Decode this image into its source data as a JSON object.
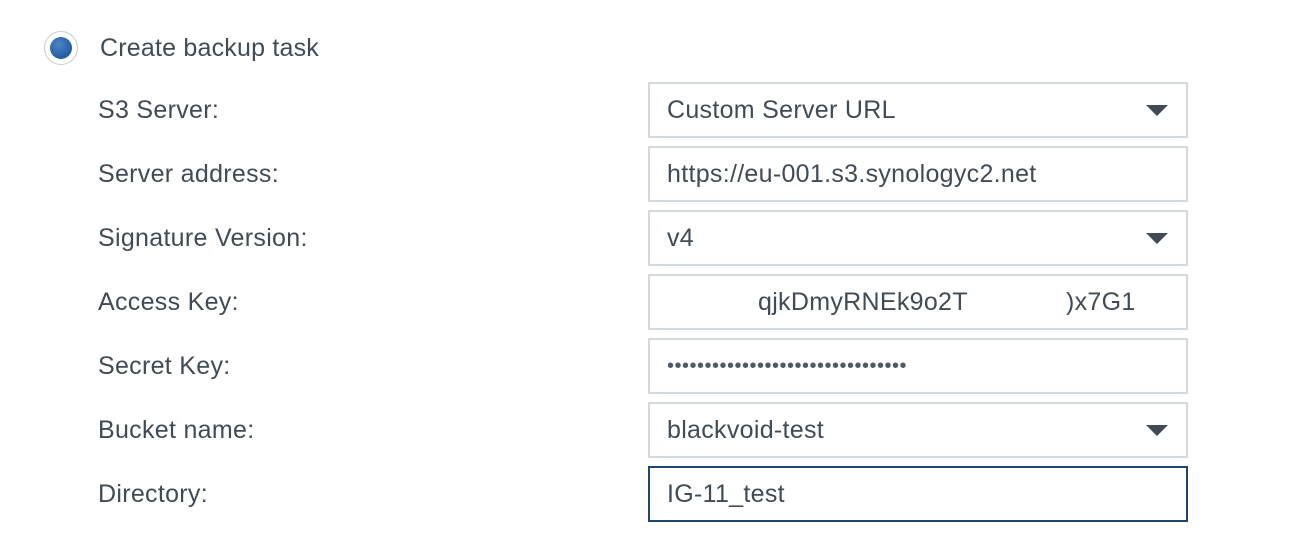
{
  "radio": {
    "label": "Create backup task",
    "selected": true
  },
  "form": {
    "s3_server": {
      "label": "S3 Server:",
      "value": "Custom Server URL"
    },
    "server_address": {
      "label": "Server address:",
      "value": "https://eu-001.s3.synologyc2.net"
    },
    "signature_version": {
      "label": "Signature Version:",
      "value": "v4"
    },
    "access_key": {
      "label": "Access Key:",
      "visible_part_1": "qjkDmyRNEk9o2T",
      "visible_part_2": ")x7G1"
    },
    "secret_key": {
      "label": "Secret Key:",
      "value": "••••••••••••••••••••••••••••••••"
    },
    "bucket_name": {
      "label": "Bucket name:",
      "value": "blackvoid-test"
    },
    "directory": {
      "label": "Directory:",
      "value": "IG-11_test"
    }
  },
  "colors": {
    "text": "#414b55",
    "field_border": "#d3d9df",
    "focus_border": "#1e4672",
    "radio_fill": "#2a61a8"
  },
  "icons": {
    "dropdown": "chevron-down-icon",
    "radio": "radio-selected-icon"
  }
}
